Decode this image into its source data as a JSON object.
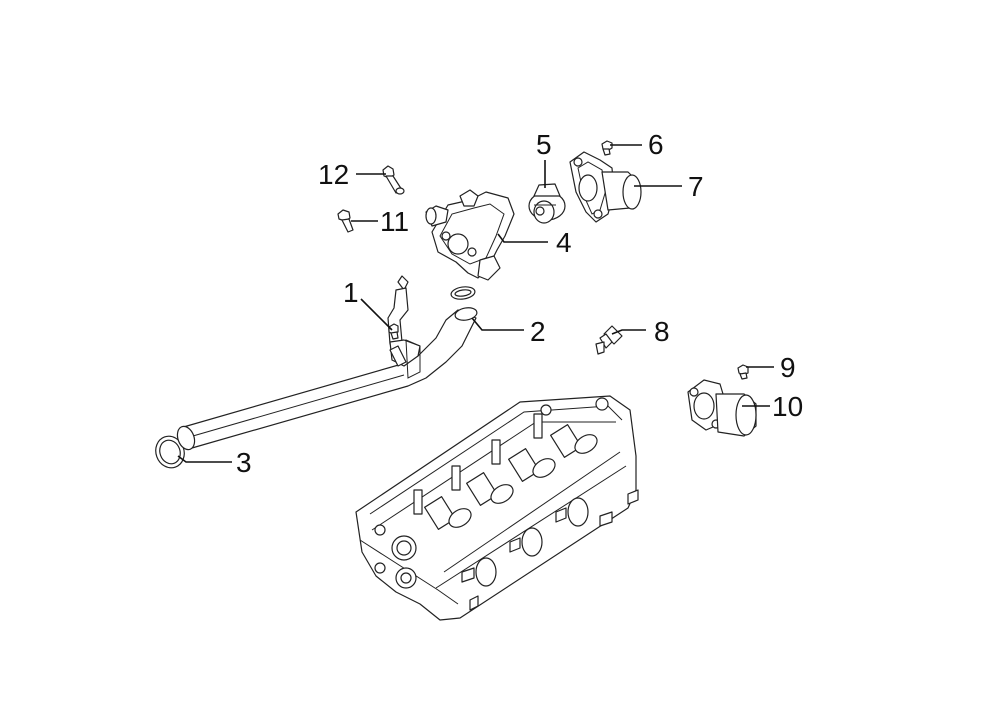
{
  "callouts": {
    "c1": "1",
    "c2": "2",
    "c3": "3",
    "c4": "4",
    "c5": "5",
    "c6": "6",
    "c7": "7",
    "c8": "8",
    "c9": "9",
    "c10": "10",
    "c11": "11",
    "c12": "12"
  },
  "parts": [
    {
      "id": "1",
      "icon": "bolt-icon"
    },
    {
      "id": "2",
      "icon": "coolant-pipe-icon"
    },
    {
      "id": "3",
      "icon": "o-ring-icon"
    },
    {
      "id": "4",
      "icon": "thermostat-housing-icon"
    },
    {
      "id": "5",
      "icon": "thermostat-icon"
    },
    {
      "id": "6",
      "icon": "bolt-icon"
    },
    {
      "id": "7",
      "icon": "water-outlet-icon"
    },
    {
      "id": "8",
      "icon": "temperature-sensor-icon"
    },
    {
      "id": "9",
      "icon": "bolt-icon"
    },
    {
      "id": "10",
      "icon": "water-outlet-icon"
    },
    {
      "id": "11",
      "icon": "bolt-icon"
    },
    {
      "id": "12",
      "icon": "bolt-icon"
    }
  ]
}
